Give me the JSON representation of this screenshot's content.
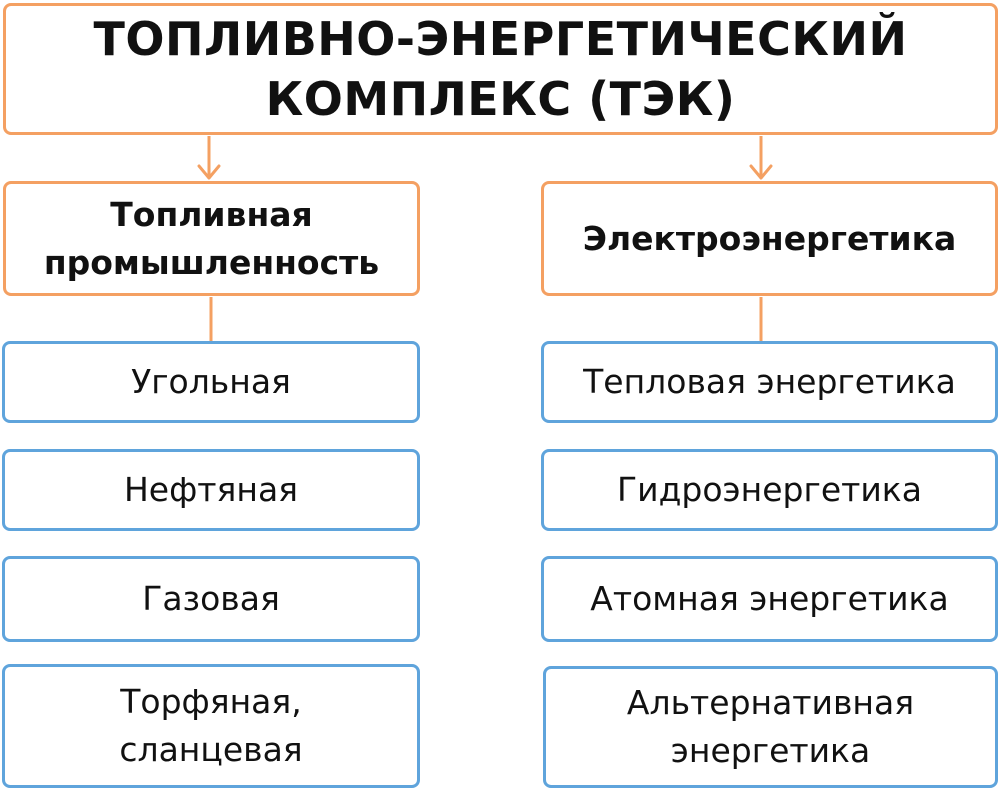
{
  "title": "ТОПЛИВНО-ЭНЕРГЕТИЧЕСКИЙ\nКОМПЛЕКС (ТЭК)",
  "colors": {
    "orange": "#f4a062",
    "blue": "#5fa4dc"
  },
  "categories": [
    {
      "label": "Топливная\nпромышленность",
      "items": [
        "Угольная",
        "Нефтяная",
        "Газовая",
        "Торфяная,\nсланцевая"
      ]
    },
    {
      "label": "Электроэнергетика",
      "items": [
        "Тепловая энергетика",
        "Гидроэнергетика",
        "Атомная энергетика",
        "Альтернативная\nэнергетика"
      ]
    }
  ]
}
